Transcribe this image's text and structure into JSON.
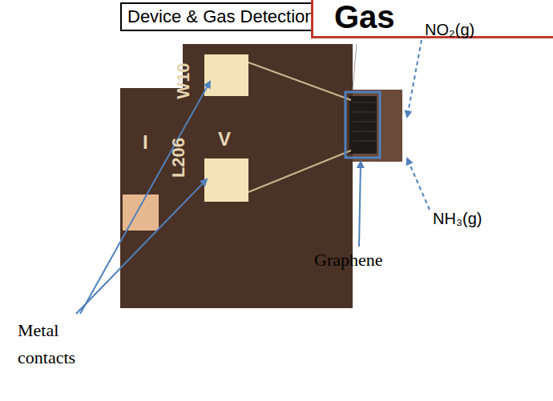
{
  "diagram": {
    "nodes": [
      {
        "text": [
          "Device & Gas Detection"
        ]
      },
      {
        "text": [
          "Gas"
        ]
      }
    ],
    "labels": [
      "Metal contacts",
      "Graphene",
      "NO₂(g)",
      "NH₃(g)",
      "W10",
      "L206",
      "I",
      "V"
    ]
  }
}
